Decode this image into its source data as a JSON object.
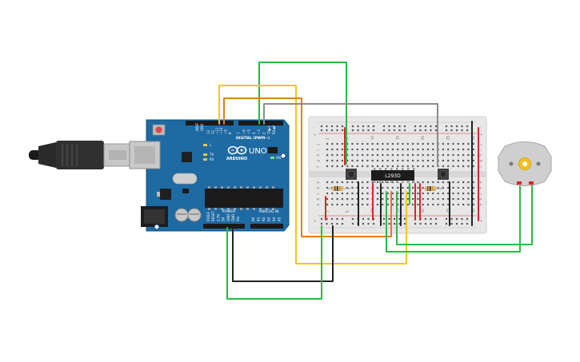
{
  "arduino": {
    "brand": "ARDUINO",
    "model": "UNO",
    "digital_label": "DIGITAL (PWM~)",
    "power_label": "POWER",
    "analog_label": "ANALOG IN",
    "tx_label": "TX",
    "rx_label": "RX",
    "l_label": "L",
    "on_label": "ON",
    "aref_label": "AREF",
    "gnd_label": "GND",
    "pins_digital": [
      "13",
      "12",
      "~11",
      "~10",
      "~9",
      "8",
      "7",
      "~6",
      "~5",
      "4",
      "~3",
      "2",
      "TX▶1",
      "RX◀0"
    ],
    "pins_power": [
      "IOREF",
      "RESET",
      "3.3V",
      "5V",
      "GND",
      "GND",
      "Vin"
    ],
    "pins_analog": [
      "A0",
      "A1",
      "A2",
      "A3",
      "A4",
      "A5"
    ]
  },
  "breadboard": {
    "rail_plus": "+",
    "rail_minus": "-",
    "row_letters_top": [
      "j",
      "i",
      "h",
      "g",
      "f"
    ],
    "row_letters_bottom": [
      "e",
      "d",
      "c",
      "b",
      "a"
    ],
    "column_markers": [
      "1",
      "5",
      "10",
      "15",
      "20",
      "25",
      "30"
    ]
  },
  "chip": {
    "label": "L293D"
  },
  "colors": {
    "board": "#1e6aa3",
    "wire_green": "#2eb843",
    "wire_yellow": "#f3c80c",
    "wire_orange": "#de7f1c",
    "wire_gray": "#8c8c8c",
    "wire_black": "#222222",
    "wire_red": "#d92626",
    "motor_body": "#cfcfcf",
    "motor_hub": "#f3c21f"
  }
}
